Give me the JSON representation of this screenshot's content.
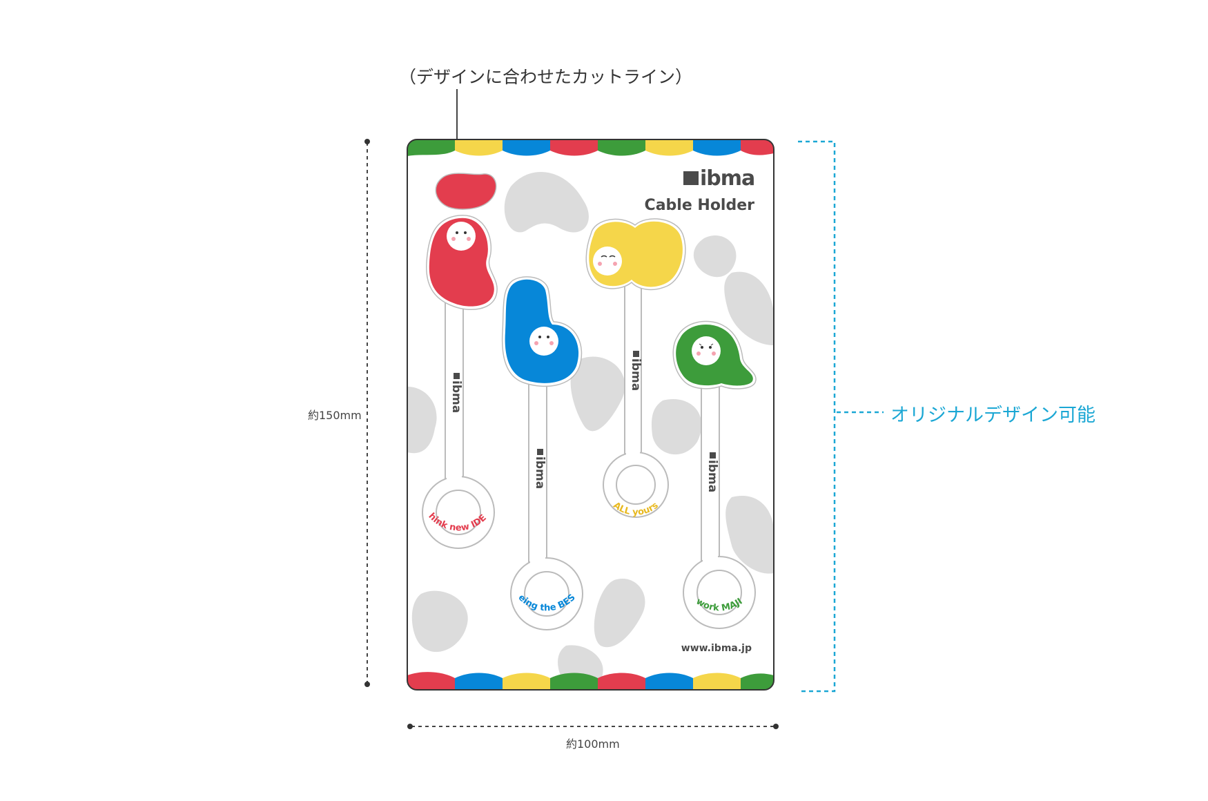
{
  "annotations": {
    "cut_line_label": "（デザインに合わせたカットライン）",
    "height_label": "約150mm",
    "width_label": "約100mm",
    "design_label": "オリジナルデザイン可能"
  },
  "card": {
    "brand": "ibma",
    "title": "Cable Holder",
    "url": "www.ibma.jp"
  },
  "holders": [
    {
      "letter": "i",
      "color": "#e33d4e",
      "ring_text": "think new IDEA",
      "strip_logo": "ibma"
    },
    {
      "letter": "b",
      "color": "#0787d8",
      "ring_text": "being the BEST",
      "strip_logo": "ibma"
    },
    {
      "letter": "m",
      "color": "#f5d64a",
      "ring_text": "ALL yours",
      "strip_logo": "ibma"
    },
    {
      "letter": "a",
      "color": "#3d9c3b",
      "ring_text": "work MAJI",
      "strip_logo": "ibma"
    }
  ],
  "colors": {
    "red": "#e33d4e",
    "blue": "#0787d8",
    "yellow": "#f5d64a",
    "green": "#3d9c3b",
    "gray_blob": "#dcdcdc",
    "accent_cyan": "#1ba7d4",
    "dark_text": "#4a4a4a"
  }
}
